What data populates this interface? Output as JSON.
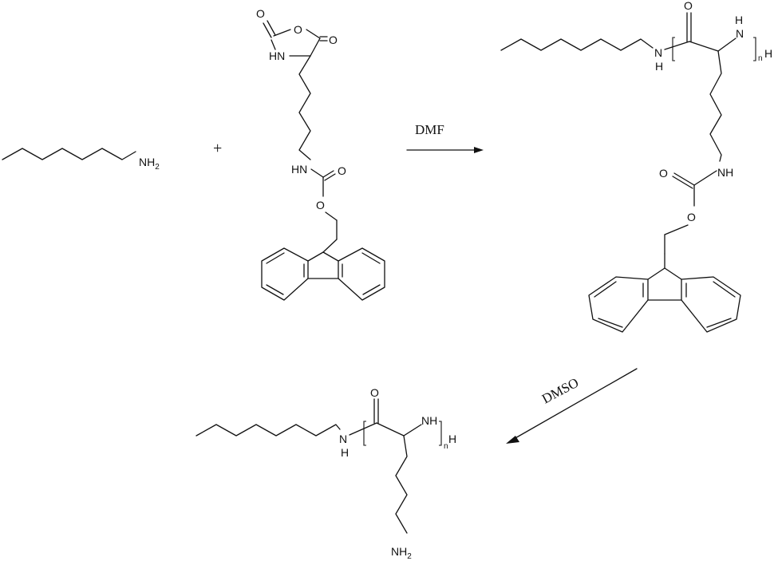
{
  "scheme": {
    "plus_sign": "+",
    "step1_condition": "DMF",
    "step2_condition": "DMSO"
  },
  "labels": {
    "amine": "NH",
    "amine_sub": "2",
    "o": "O",
    "hn": "HN",
    "nh": "NH",
    "n": "N",
    "h": "H",
    "repeat_n": "n",
    "terminal_h": "H",
    "final_amine": "NH",
    "final_amine_sub": "2"
  }
}
